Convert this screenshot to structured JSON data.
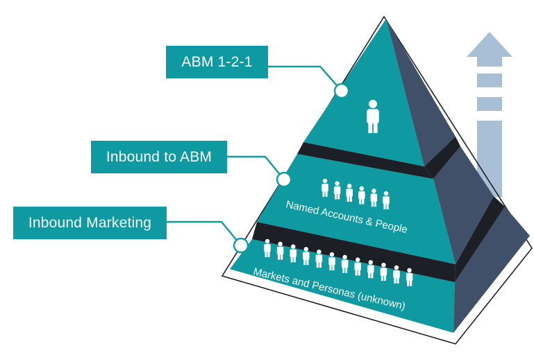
{
  "callouts": {
    "top": "ABM 1-2-1",
    "middle": "Inbound to ABM",
    "bottom": "Inbound Marketing"
  },
  "tiers": {
    "top": {
      "label": "",
      "people": 1
    },
    "middle": {
      "label": "Named Accounts & People",
      "people": 6
    },
    "bottom": {
      "label": "Markets and Personas (unknown)",
      "people": 12
    }
  },
  "colors": {
    "teal": "#0e9aa0",
    "dark_face": "#3f5068",
    "band": "#1c1f26",
    "arrow": "#a9bfd6",
    "connector": "#0e9aa0"
  },
  "icons": {
    "person": "person-icon",
    "arrow": "up-arrow-icon",
    "node": "connector-node-icon"
  }
}
